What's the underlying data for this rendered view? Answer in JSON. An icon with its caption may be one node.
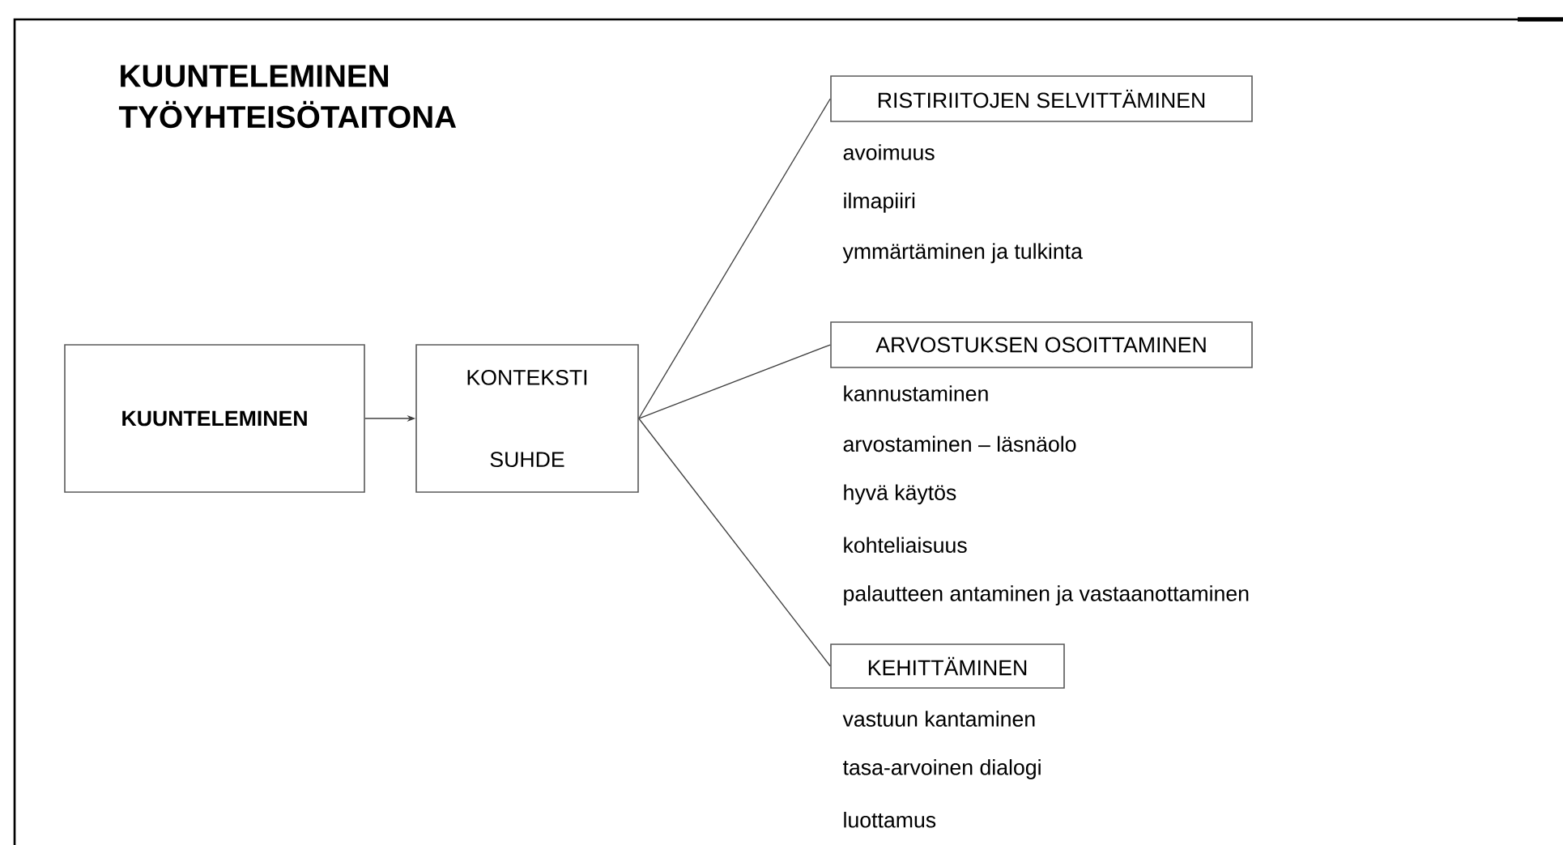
{
  "diagram": {
    "title": "KUUNTELEMINEN TYÖYHTEISÖTAITONA",
    "nodes": [
      {
        "text": [
          "KUUNTELEMINEN"
        ]
      },
      {
        "text": [
          "KONTEKSTI",
          "SUHDE"
        ]
      },
      {
        "text": [
          "RISTIRIITOJEN SELVITTÄMINEN"
        ],
        "beside": [
          "avoimuus",
          "ilmapiiri",
          "ymmärtäminen ja tulkinta"
        ]
      },
      {
        "text": [
          "ARVOSTUKSEN OSOITTAMINEN"
        ],
        "beside": [
          "kannustaminen",
          "arvostaminen – läsnäolo",
          "hyvä käytös",
          "kohteliaisuus",
          "palautteen antaminen ja vastaanottaminen"
        ]
      },
      {
        "text": [
          "KEHITTÄMINEN"
        ],
        "beside": [
          "vastuun kantaminen",
          "tasa-arvoinen dialogi",
          "luottamus"
        ]
      }
    ],
    "edges": [
      {
        "from": 0,
        "to": 1,
        "arrow": "to"
      },
      {
        "from": 1,
        "to": 2,
        "arrow": "none"
      },
      {
        "from": 1,
        "to": 3,
        "arrow": "none"
      },
      {
        "from": 1,
        "to": 4,
        "arrow": "none"
      }
    ]
  }
}
